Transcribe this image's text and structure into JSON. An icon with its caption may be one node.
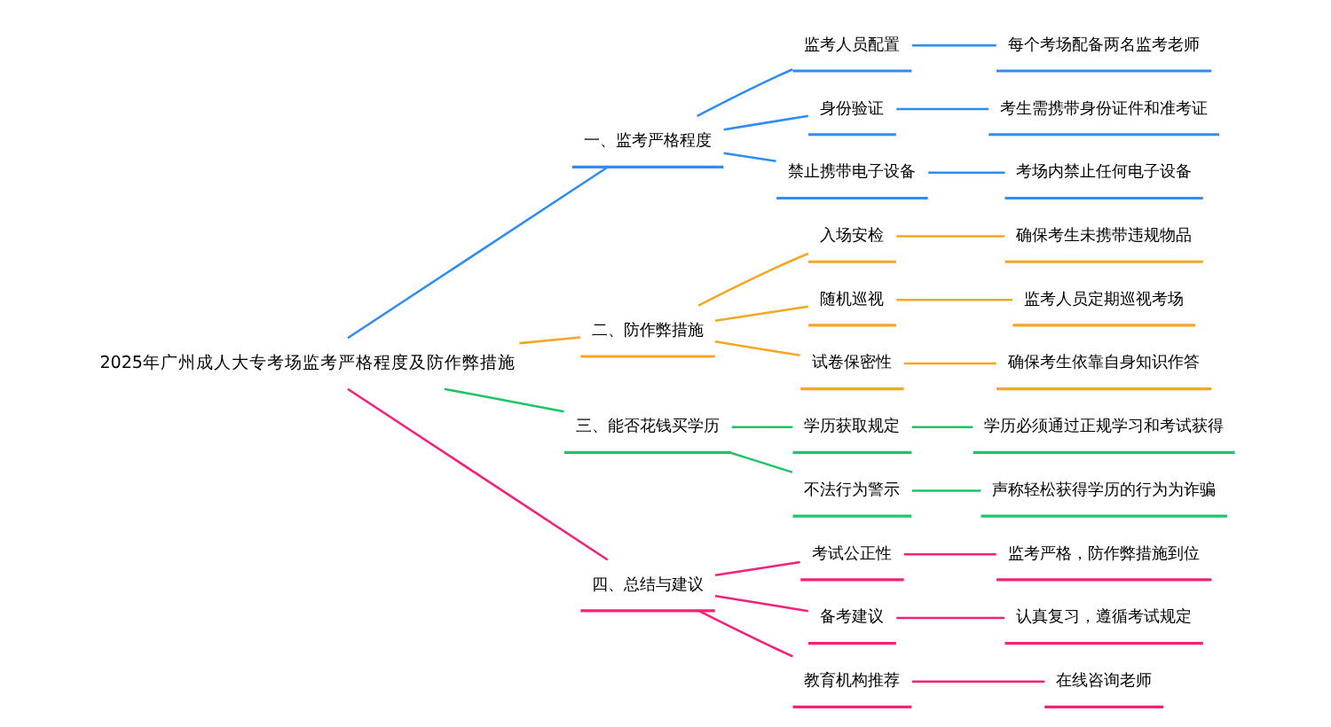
{
  "diagram": {
    "nodes": [
      {
        "text": [
          "2025年广州成人大专考场监考严格程度及防作弊措施"
        ]
      },
      {
        "text": [
          "一、监考严格程度"
        ]
      },
      {
        "text": [
          "监考人员配置"
        ]
      },
      {
        "text": [
          "每个考场配备两名监考老师"
        ]
      },
      {
        "text": [
          "身份验证"
        ]
      },
      {
        "text": [
          "考生需携带身份证件和准考证"
        ]
      },
      {
        "text": [
          "禁止携带电子设备"
        ]
      },
      {
        "text": [
          "考场内禁止任何电子设备"
        ]
      },
      {
        "text": [
          "二、防作弊措施"
        ]
      },
      {
        "text": [
          "入场安检"
        ]
      },
      {
        "text": [
          "确保考生未携带违规物品"
        ]
      },
      {
        "text": [
          "随机巡视"
        ]
      },
      {
        "text": [
          "监考人员定期巡视考场"
        ]
      },
      {
        "text": [
          "试卷保密性"
        ]
      },
      {
        "text": [
          "确保考生依靠自身知识作答"
        ]
      },
      {
        "text": [
          "三、能否花钱买学历"
        ]
      },
      {
        "text": [
          "学历获取规定"
        ]
      },
      {
        "text": [
          "学历必须通过正规学习和考试获得"
        ]
      },
      {
        "text": [
          "不法行为警示"
        ]
      },
      {
        "text": [
          "声称轻松获得学历的行为为诈骗"
        ]
      },
      {
        "text": [
          "四、总结与建议"
        ]
      },
      {
        "text": [
          "考试公正性"
        ]
      },
      {
        "text": [
          "监考严格，防作弊措施到位"
        ]
      },
      {
        "text": [
          "备考建议"
        ]
      },
      {
        "text": [
          "认真复习，遵循考试规定"
        ]
      },
      {
        "text": [
          "教育机构推荐"
        ]
      },
      {
        "text": [
          "在线咨询老师"
        ]
      }
    ],
    "edges": [
      {
        "from": 0,
        "to": 1,
        "arrow": "none",
        "color": "#2f8cf0"
      },
      {
        "from": 1,
        "to": 2,
        "arrow": "none",
        "color": "#2f8cf0"
      },
      {
        "from": 2,
        "to": 3,
        "arrow": "none",
        "color": "#2f8cf0"
      },
      {
        "from": 1,
        "to": 4,
        "arrow": "none",
        "color": "#2f8cf0"
      },
      {
        "from": 4,
        "to": 5,
        "arrow": "none",
        "color": "#2f8cf0"
      },
      {
        "from": 1,
        "to": 6,
        "arrow": "none",
        "color": "#2f8cf0"
      },
      {
        "from": 6,
        "to": 7,
        "arrow": "none",
        "color": "#2f8cf0"
      },
      {
        "from": 0,
        "to": 8,
        "arrow": "none",
        "color": "#f5a623"
      },
      {
        "from": 8,
        "to": 9,
        "arrow": "none",
        "color": "#f5a623"
      },
      {
        "from": 9,
        "to": 10,
        "arrow": "none",
        "color": "#f5a623"
      },
      {
        "from": 8,
        "to": 11,
        "arrow": "none",
        "color": "#f5a623"
      },
      {
        "from": 11,
        "to": 12,
        "arrow": "none",
        "color": "#f5a623"
      },
      {
        "from": 8,
        "to": 13,
        "arrow": "none",
        "color": "#f5a623"
      },
      {
        "from": 13,
        "to": 14,
        "arrow": "none",
        "color": "#f5a623"
      },
      {
        "from": 0,
        "to": 15,
        "arrow": "none",
        "color": "#1fc46a"
      },
      {
        "from": 15,
        "to": 16,
        "arrow": "none",
        "color": "#1fc46a"
      },
      {
        "from": 16,
        "to": 17,
        "arrow": "none",
        "color": "#1fc46a"
      },
      {
        "from": 15,
        "to": 18,
        "arrow": "none",
        "color": "#1fc46a"
      },
      {
        "from": 18,
        "to": 19,
        "arrow": "none",
        "color": "#1fc46a"
      },
      {
        "from": 0,
        "to": 20,
        "arrow": "none",
        "color": "#f5207a"
      },
      {
        "from": 20,
        "to": 21,
        "arrow": "none",
        "color": "#f5207a"
      },
      {
        "from": 21,
        "to": 22,
        "arrow": "none",
        "color": "#f5207a"
      },
      {
        "from": 20,
        "to": 23,
        "arrow": "none",
        "color": "#f5207a"
      },
      {
        "from": 23,
        "to": 24,
        "arrow": "none",
        "color": "#f5207a"
      },
      {
        "from": 20,
        "to": 25,
        "arrow": "none",
        "color": "#f5207a"
      },
      {
        "from": 25,
        "to": 26,
        "arrow": "none",
        "color": "#f5207a"
      }
    ]
  }
}
